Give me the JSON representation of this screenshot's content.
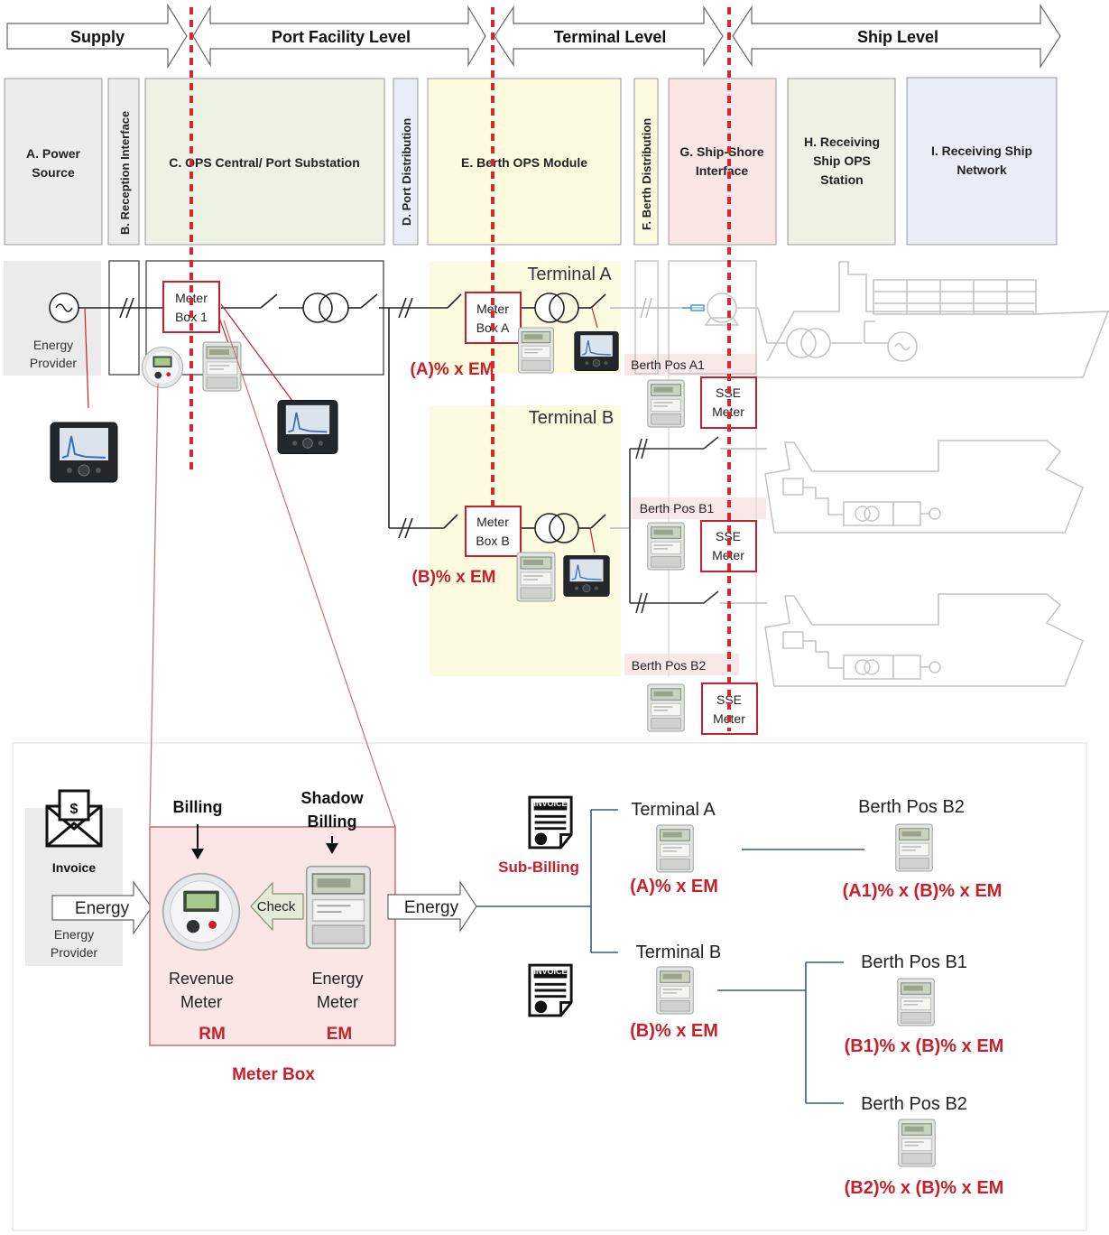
{
  "levels": {
    "supply": "Supply",
    "port": "Port Facility Level",
    "terminal": "Terminal Level",
    "ship": "Ship Level"
  },
  "columns": {
    "a": [
      "A. Power",
      "Source"
    ],
    "b": "B. Reception Interface",
    "c": "C. OPS Central/ Port Substation",
    "d": "D. Port Distribution",
    "e": "E. Berth OPS Module",
    "f": "F. Berth Distribution",
    "g": [
      "G. Ship-Shore",
      "Interface"
    ],
    "h": [
      "H. Receiving",
      "Ship OPS",
      "Station"
    ],
    "i": [
      "I. Receiving Ship",
      "Network"
    ]
  },
  "top": {
    "energy_provider": [
      "Energy",
      "Provider"
    ],
    "meter_box_1": [
      "Meter",
      "Box 1"
    ],
    "meter_box_a": [
      "Meter",
      "Box A"
    ],
    "meter_box_b": [
      "Meter",
      "Box B"
    ],
    "terminal_a": "Terminal A",
    "terminal_b": "Terminal B",
    "share_a": "(A)% x EM",
    "share_b": "(B)% x EM",
    "berth_a1": "Berth Pos A1",
    "berth_b1": "Berth Pos B1",
    "berth_b2": "Berth Pos B2",
    "sse_meter": [
      "SSE",
      "Meter"
    ]
  },
  "bottom": {
    "invoice": "Invoice",
    "energy": "Energy",
    "energy_provider": [
      "Energy",
      "Provider"
    ],
    "billing": "Billing",
    "shadow_billing": [
      "Shadow",
      "Billing"
    ],
    "check": "Check",
    "revenue_meter": [
      "Revenue",
      "Meter"
    ],
    "energy_meter": [
      "Energy",
      "Meter"
    ],
    "rm": "RM",
    "em": "EM",
    "meter_box": "Meter Box",
    "sub_billing": "Sub-Billing",
    "invoice_icon_text": "INVOICE",
    "terminal_a": "Terminal A",
    "terminal_b": "Terminal B",
    "share_a": "(A)% x EM",
    "share_b": "(B)% x EM",
    "berth_b2_top": "Berth Pos B2",
    "share_a1": "(A1)% x (B)% x EM",
    "berth_b1": "Berth Pos B1",
    "share_b1": "(B1)% x (B)% x EM",
    "berth_b2": "Berth Pos B2",
    "share_b2": "(B2)% x (B)% x EM"
  },
  "colors": {
    "red": "#c8202a",
    "blue_line": "#3d5a80",
    "pale_gray": "#ececec",
    "pale_green": "#eef2e4",
    "pale_yellow": "#fcfbdf",
    "pale_pink": "#fbe6e6",
    "pale_blue": "#e9edf7"
  }
}
